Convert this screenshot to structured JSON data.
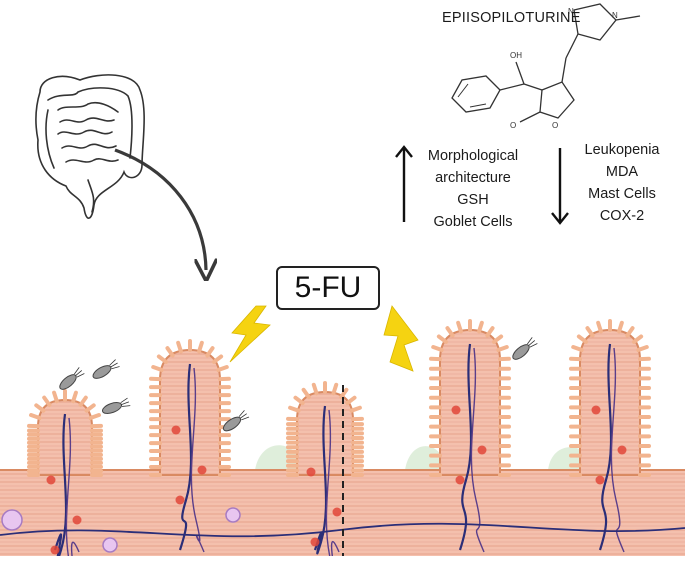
{
  "compound": {
    "name": "EPIISOPILOTURINE",
    "atom_labels": [
      "N",
      "N",
      "OH",
      "O",
      "O"
    ]
  },
  "effects": {
    "increased": [
      "Morphological",
      "architecture",
      "GSH",
      "Goblet Cells"
    ],
    "decreased": [
      "Leukopenia",
      "MDA",
      "Mast Cells",
      "COX-2"
    ]
  },
  "drug": {
    "label": "5-FU"
  },
  "colors": {
    "villus_fill": "#f6c6b2",
    "villus_stroke": "#d98a62",
    "microvilli": "#f2b48f",
    "vessels": "#2b2e78",
    "lightning": "#f5d311",
    "crypt_fill": "#f4b8a8"
  },
  "icons": [
    "intestine-icon",
    "lightning-icon",
    "bacteria-icon",
    "arrow-up-icon",
    "arrow-down-icon",
    "curved-arrow-icon"
  ]
}
